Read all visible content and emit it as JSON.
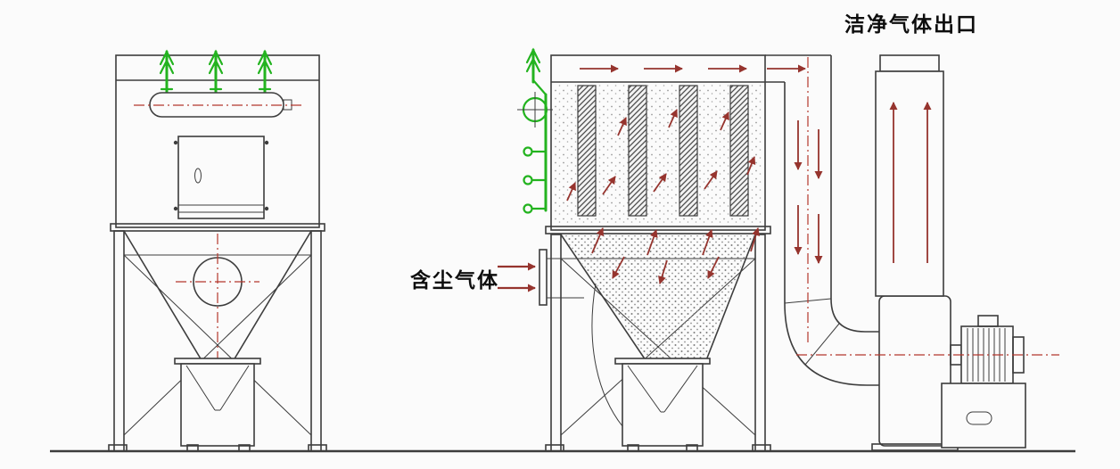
{
  "diagram": {
    "type": "technical-diagram",
    "labels": {
      "inlet": "含尘气体",
      "outlet": "洁净气体出口"
    },
    "colors": {
      "bg": "#fbfbfb",
      "line": "#3d3d3d",
      "flow": "#96342e",
      "centerline": "#b4372c",
      "valve": "#23b31f",
      "dust": "#8c8c8c"
    }
  }
}
